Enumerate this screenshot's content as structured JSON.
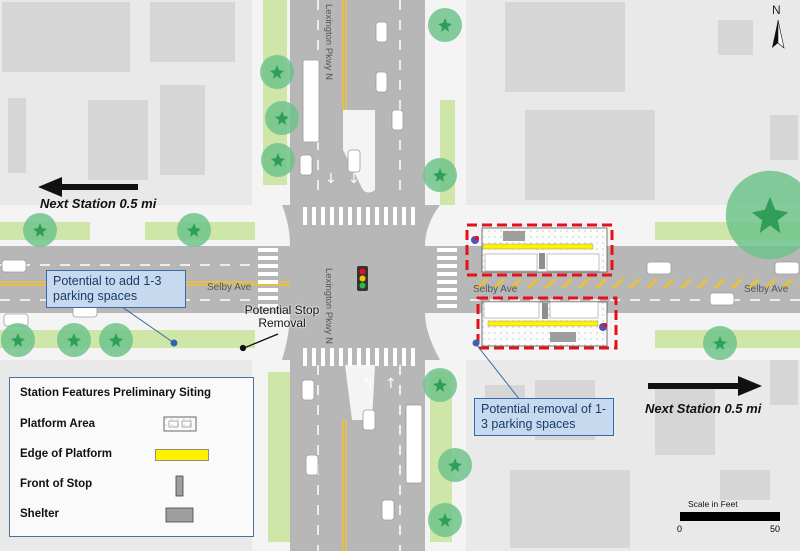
{
  "streets": {
    "cross_street": "Selby Ave",
    "main_street": "Lexington Pkwy N"
  },
  "north_arrow": {
    "letter": "N"
  },
  "navigation": {
    "west_label": "Next Station 0.5 mi",
    "east_label": "Next Station 0.5 mi"
  },
  "annotations": {
    "add_parking": "Potential to add 1-3 parking spaces",
    "remove_parking": "Potential removal of 1-3 parking spaces",
    "stop_removal": "Potential Stop Removal"
  },
  "legend": {
    "title": "Station Features Preliminary Siting",
    "items": [
      {
        "label": "Platform Area",
        "symbol": "platform-area-swatch"
      },
      {
        "label": "Edge of Platform",
        "symbol": "platform-edge-swatch",
        "color": "#fff200"
      },
      {
        "label": "Front of Stop",
        "symbol": "front-of-stop-swatch"
      },
      {
        "label": "Shelter",
        "symbol": "shelter-swatch",
        "color": "#9e9e9e"
      }
    ]
  },
  "scale": {
    "title": "Scale in Feet",
    "start": "0",
    "end": "50"
  },
  "colors": {
    "road": "#b7b7b7",
    "sidewalk": "#f4f4f4",
    "grass": "#cfe6a9",
    "building": "#d6d6d6",
    "platform_outline": "#e3111a",
    "platform_edge": "#fff200",
    "center_line": "#f2c230",
    "tree": "#6ec38b",
    "callout_fill": "#c7d9ef"
  }
}
